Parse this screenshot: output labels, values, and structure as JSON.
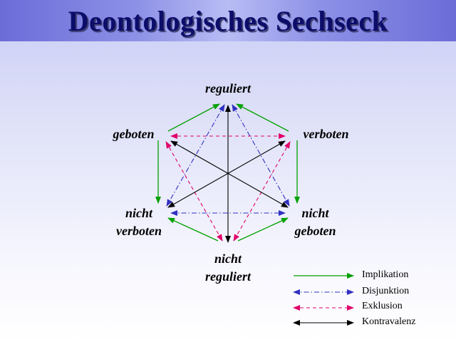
{
  "title": "Deontologisches Sechseck",
  "nodes": {
    "reguliert": [
      "reguliert"
    ],
    "geboten": [
      "geboten"
    ],
    "verboten": [
      "verboten"
    ],
    "nicht_verboten": [
      "nicht",
      "verboten"
    ],
    "nicht_geboten": [
      "nicht",
      "geboten"
    ],
    "nicht_reguliert": [
      "nicht",
      "reguliert"
    ]
  },
  "legend": [
    {
      "label": "Implikation",
      "color": "#00a000",
      "style": "solid"
    },
    {
      "label": "Disjunktion",
      "color": "#3030c0",
      "style": "dashdot"
    },
    {
      "label": "Exklusion",
      "color": "#e0006a",
      "style": "dashed"
    },
    {
      "label": "Kontravalenz",
      "color": "#000000",
      "style": "solid-double"
    }
  ]
}
